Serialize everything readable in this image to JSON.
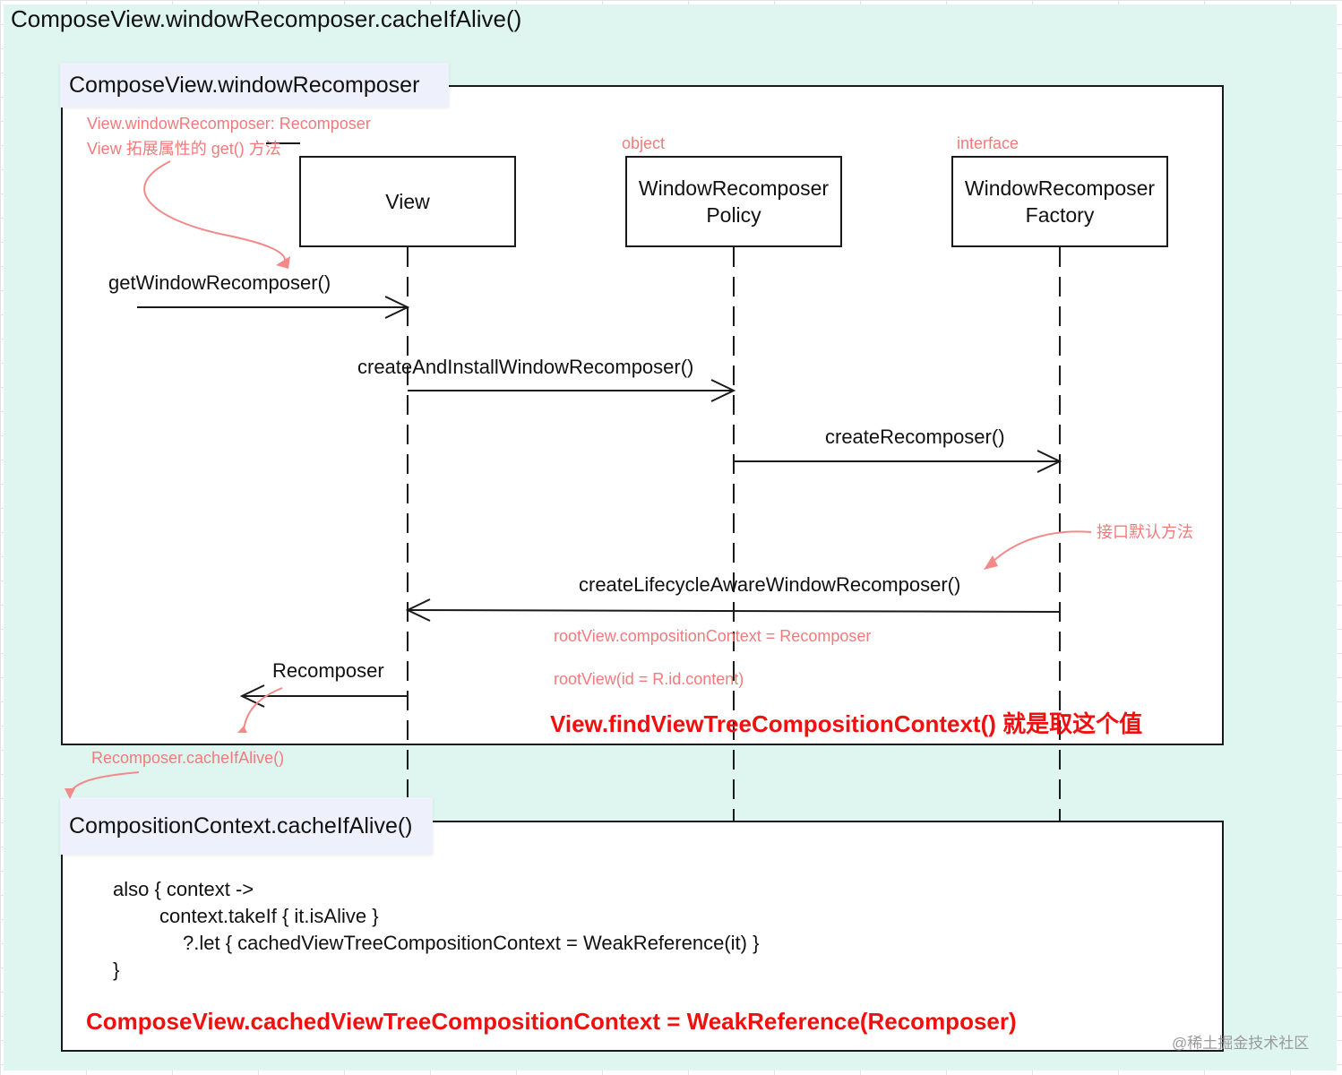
{
  "title": "ComposeView.windowRecomposer.cacheIfAlive()",
  "frame_top": {
    "label": "ComposeView.windowRecomposer",
    "note_line1": "View.windowRecomposer: Recomposer",
    "note_line2": "View 拓展属性的 get() 方法"
  },
  "participants": {
    "view": {
      "name": "View"
    },
    "policy": {
      "stereotype": "object",
      "line1": "WindowRecomposer",
      "line2": "Policy"
    },
    "factory": {
      "stereotype": "interface",
      "line1": "WindowRecomposer",
      "line2": "Factory"
    }
  },
  "messages": {
    "m1": "getWindowRecomposer()",
    "m2": "createAndInstallWindowRecomposer()",
    "m3": "createRecomposer()",
    "m4": "createLifecycleAwareWindowRecomposer()",
    "m5": "Recomposer"
  },
  "notes": {
    "interface_default": "接口默认方法",
    "composition_context": "rootView.compositionContext = Recomposer",
    "root_view": "rootView(id = R.id.content)",
    "find_context": "View.findViewTreeCompositionContext() 就是取这个值",
    "cache_if_alive": "Recomposer.cacheIfAlive()"
  },
  "frame_bottom": {
    "label": "CompositionContext.cacheIfAlive()",
    "code": [
      "also { context ->",
      "context.takeIf { it.isAlive }",
      "?.let { cachedViewTreeCompositionContext = WeakReference(it) }",
      "}"
    ],
    "result": "ComposeView.cachedViewTreeCompositionContext = WeakReference(Recomposer)"
  },
  "watermark": "@稀土掘金技术社区",
  "colors": {
    "note": "#f07b7b",
    "highlight": "#f01010",
    "panel": "#dff6f0",
    "tab": "#eef1fb"
  }
}
